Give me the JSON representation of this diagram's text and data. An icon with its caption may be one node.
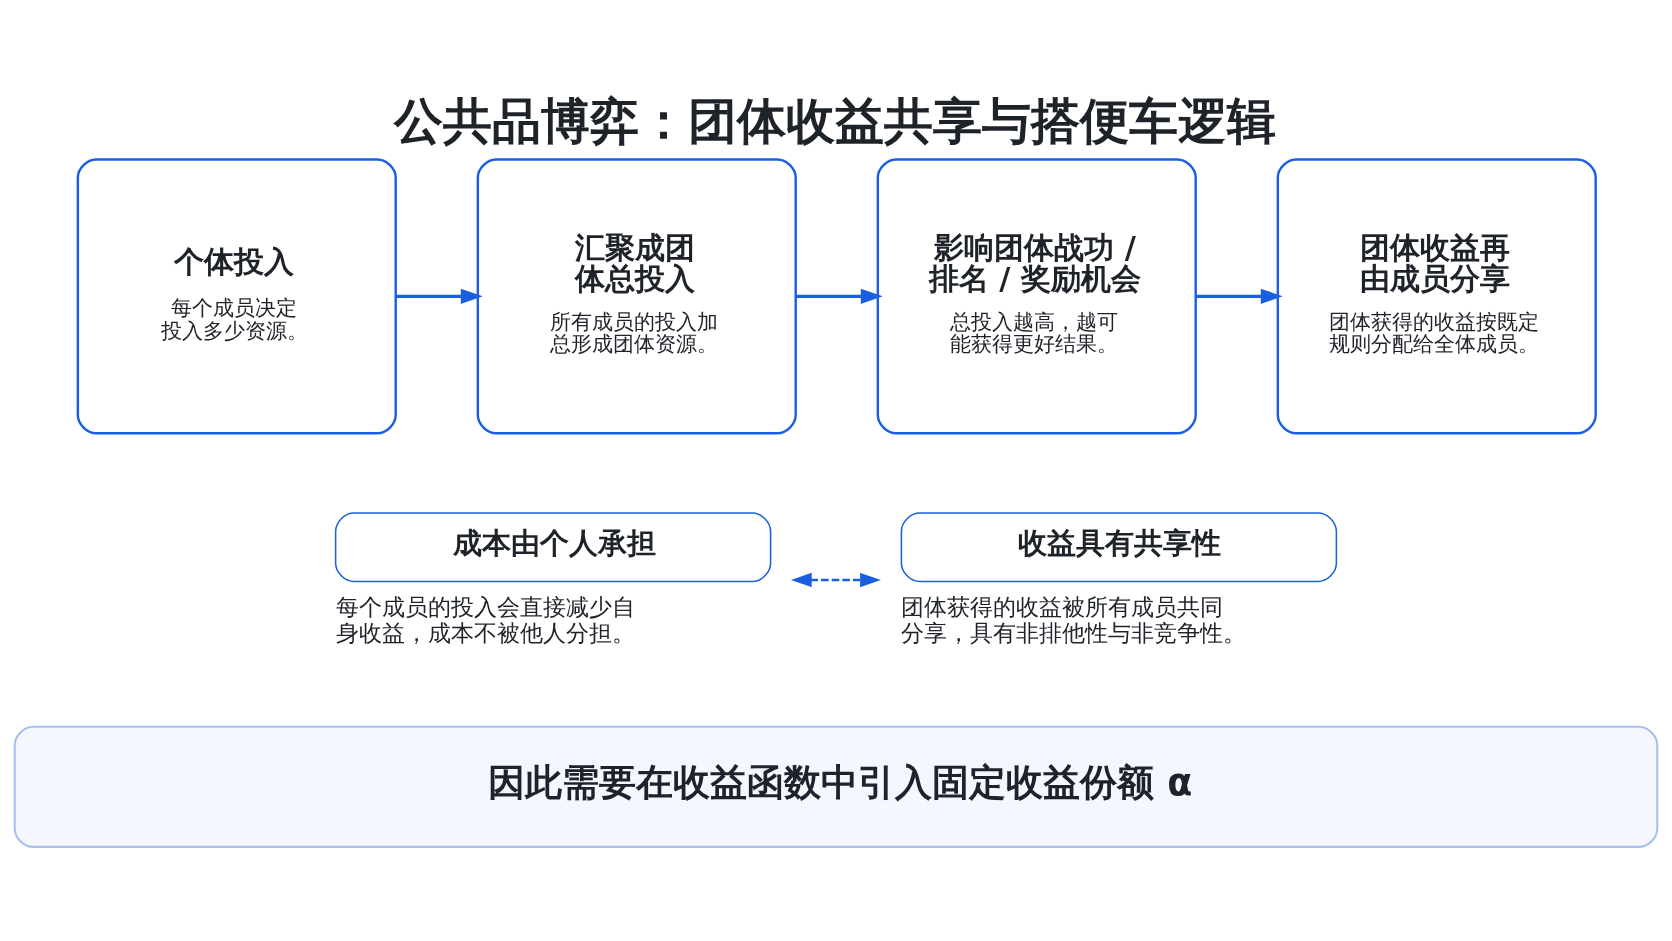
{
  "diagram": {
    "title": "公共品博弈：团体收益共享与搭便车逻辑",
    "nodes": [
      {
        "text": [
          "个体投入",
          "每个成员决定投入多少资源。"
        ]
      },
      {
        "text": [
          "汇聚成团体总投入",
          "所有成员的投入加总形成团体资源。"
        ]
      },
      {
        "text": [
          "影响团体战功 / 排名 / 奖励机会",
          "总投入越高，越可能获得更好结果。"
        ]
      },
      {
        "text": [
          "团体收益再由成员分享",
          "团体获得的收益按既定规则分配给全体成员。"
        ]
      },
      {
        "text": [
          "成本由个人承担"
        ],
        "beside": [
          "每个成员的投入会直接减少自身收益，成本不被他人分担。"
        ]
      },
      {
        "text": [
          "收益具有共享性"
        ],
        "beside": [
          "团体获得的收益被所有成员共同分享，具有非排他性与非竞争性。"
        ]
      },
      {
        "text": [
          "因此需要在收益函数中引入固定收益份额 α"
        ]
      }
    ],
    "edges": [
      {
        "from": 0,
        "to": 1,
        "arrow": "to"
      },
      {
        "from": 1,
        "to": 2,
        "arrow": "to"
      },
      {
        "from": 2,
        "to": 3,
        "arrow": "to"
      },
      {
        "from": 4,
        "to": 5,
        "arrow": "both",
        "style": "dashed"
      }
    ]
  }
}
